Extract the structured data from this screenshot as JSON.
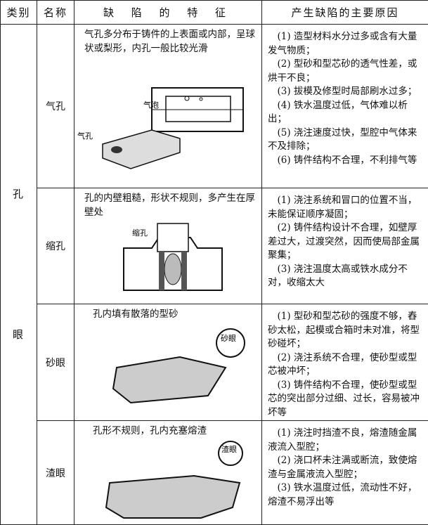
{
  "headers": [
    "类别",
    "名称",
    "缺 陷 的 特 征",
    "产生缺陷的主要原因"
  ],
  "category": [
    "孔",
    "眼"
  ],
  "rows": [
    {
      "name": "气孔",
      "feature": "气孔多分布于铸件的上表面或内部，呈球状或梨形，内孔一般比较光滑",
      "labels": [
        "气泡",
        "气孔"
      ],
      "reasons": [
        "(1) 造型材料水分过多或含有大量发气物质；",
        "(2) 型砂和型芯砂的透气性差，或烘干不良；",
        "(3) 拔模及修型时局部刷水过多；",
        "(4) 铁水温度过低，气体难以析出；",
        "(5) 浇注速度过快，型腔中气体来不及排除；",
        "(6) 铸件结构不合理，不利排气等"
      ]
    },
    {
      "name": "缩孔",
      "feature": "孔的内壁粗糙，形状不规则，多产生在厚壁处",
      "labels": [
        "缩孔"
      ],
      "reasons": [
        "(1) 浇注系统和冒口的位置不当，未能保证顺序凝固；",
        "(2) 铸件结构设计不合理，如壁厚差过大，过渡突然，因而使局部金属聚集；",
        "(3) 浇注温度太高或铁水成分不对，收缩太大"
      ]
    },
    {
      "name": "砂眼",
      "feature": "孔内填有散落的型砂",
      "labels": [
        "砂眼"
      ],
      "reasons": [
        "(1) 型砂和型芯砂的强度不够，舂砂太松，起模或合箱时未对准，将型砂碰坏；",
        "(2) 浇注系统不合理，使砂型或型芯被冲坏；",
        "(3) 铸件结构不合理，使砂型或型芯的突出部分过细、过长，容易被冲坏等"
      ]
    },
    {
      "name": "渣眼",
      "feature": "孔形不规则，孔内充塞熔渣",
      "labels": [
        "渣眼"
      ],
      "reasons": [
        "(1) 浇注时挡渣不良，熔渣随金属液流入型腔；",
        "(2) 浇口杯未注满或断流，致使熔渣与金属液流入型腔；",
        "(3) 铁水温度过低，流动性不好，熔渣不易浮出等"
      ]
    }
  ]
}
